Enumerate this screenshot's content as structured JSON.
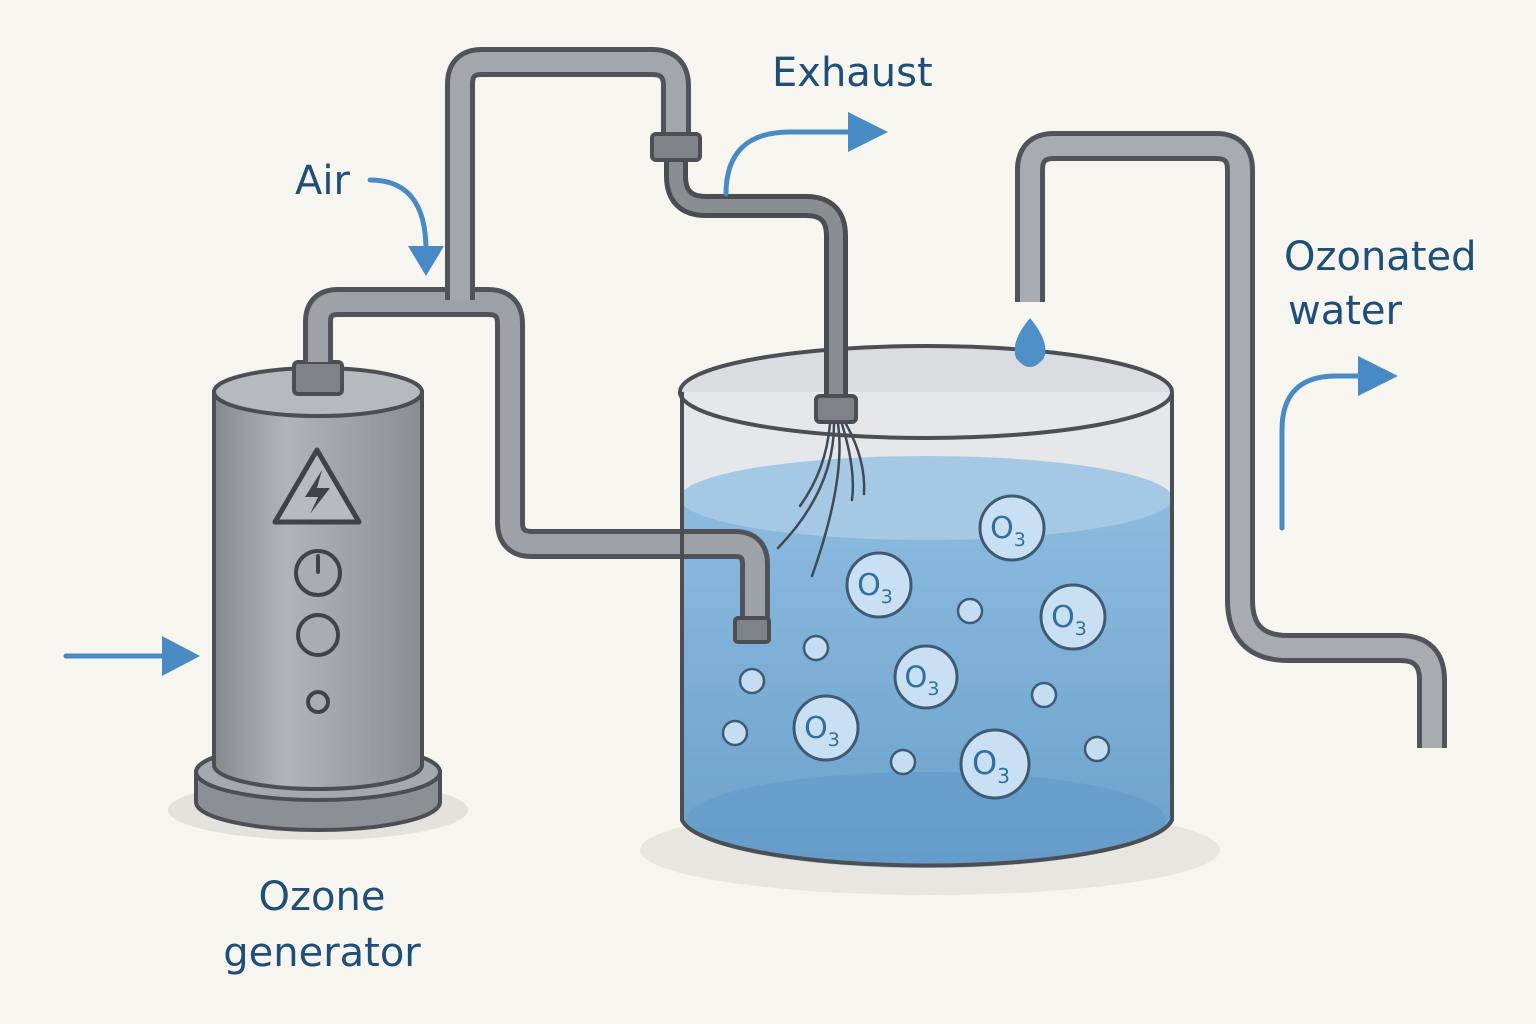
{
  "labels": {
    "air": "Air",
    "exhaust": "Exhaust",
    "ozone_generator_line1": "Ozone",
    "ozone_generator_line2": "generator",
    "ozonated_water_line1": "Ozonated",
    "ozonated_water_line2": "water"
  },
  "bubble_symbol": {
    "letter": "O",
    "subscript": "3"
  },
  "colors": {
    "background": "#f7f5ef",
    "label_text": "#1f4e79",
    "arrow": "#4a8ac4",
    "pipe": "#9a9ea3",
    "pipe_outline": "#505459",
    "generator_body": "#9ea2a7",
    "water": "#7aaed6",
    "water_top": "#a7cbe6",
    "bubble": "#c9e0f2"
  },
  "icons": {
    "warning": "high-voltage-warning-icon",
    "power": "power-icon"
  }
}
